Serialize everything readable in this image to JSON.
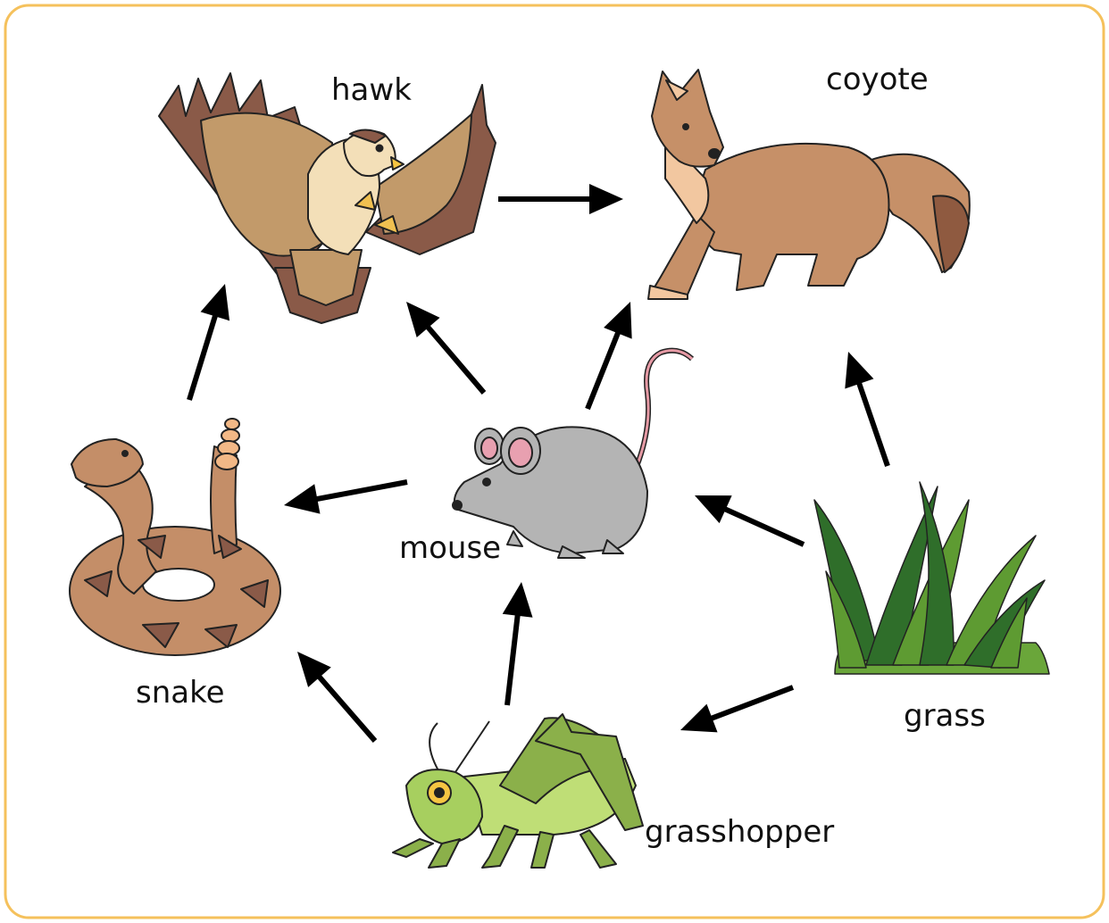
{
  "colors": {
    "frame": "#f5c15c",
    "arrow": "#000000",
    "hawk_brown": "#8a5a48",
    "hawk_tan": "#c29a6a",
    "coyote": "#c69068",
    "mouse": "#b4b4b4",
    "snake": "#c48e68",
    "grass": "#5e9b32",
    "grasshopper": "#a7cf5f"
  },
  "organisms": [
    {
      "id": "hawk",
      "label": "hawk",
      "icon": "hawk-icon"
    },
    {
      "id": "coyote",
      "label": "coyote",
      "icon": "coyote-icon"
    },
    {
      "id": "mouse",
      "label": "mouse",
      "icon": "mouse-icon"
    },
    {
      "id": "snake",
      "label": "snake",
      "icon": "snake-icon"
    },
    {
      "id": "grass",
      "label": "grass",
      "icon": "grass-icon"
    },
    {
      "id": "grasshopper",
      "label": "grasshopper",
      "icon": "grasshopper-icon"
    }
  ],
  "links": [
    {
      "from": "hawk",
      "to": "coyote"
    },
    {
      "from": "snake",
      "to": "hawk"
    },
    {
      "from": "mouse",
      "to": "hawk"
    },
    {
      "from": "mouse",
      "to": "coyote"
    },
    {
      "from": "grass",
      "to": "coyote"
    },
    {
      "from": "mouse",
      "to": "snake"
    },
    {
      "from": "grass",
      "to": "mouse"
    },
    {
      "from": "grasshopper",
      "to": "snake"
    },
    {
      "from": "grasshopper",
      "to": "mouse"
    },
    {
      "from": "grass",
      "to": "grasshopper"
    }
  ]
}
